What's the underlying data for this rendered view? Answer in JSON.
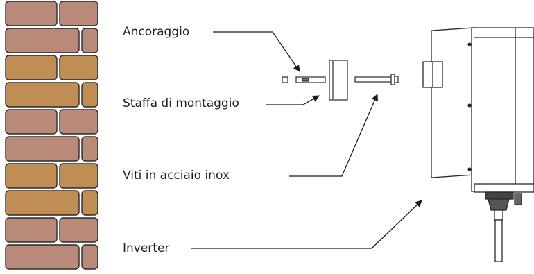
{
  "labels": {
    "anchor": "Ancoraggio",
    "bracket": "Staffa di montaggio",
    "screws": "Viti in acciaio inox",
    "inverter": "Inverter"
  },
  "colors": {
    "brick_dark": "#c08d55",
    "brick_light": "#b98a79",
    "mortar": "#ffffff",
    "outline": "#2a2a2a",
    "line": "#1a1a1a"
  }
}
